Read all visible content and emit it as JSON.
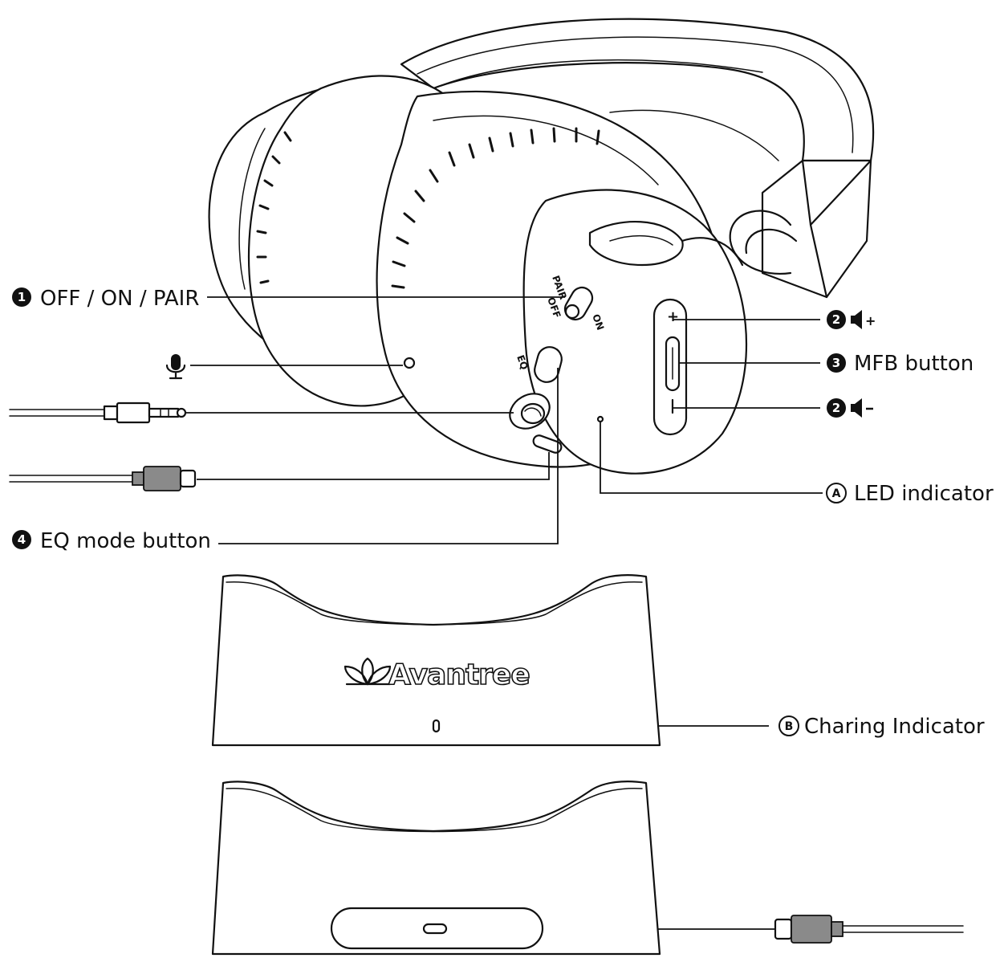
{
  "callouts": {
    "power_switch": {
      "number": "1",
      "label": "OFF / ON / PAIR"
    },
    "volume_up": {
      "number": "2",
      "symbol": "◀+"
    },
    "mfb": {
      "number": "3",
      "label": "MFB button"
    },
    "volume_down": {
      "number": "2",
      "symbol": "◀-"
    },
    "led": {
      "letter": "A",
      "label": "LED indicator"
    },
    "eq": {
      "number": "4",
      "label": "EQ mode button"
    },
    "charging": {
      "letter": "B",
      "label": "Charing Indicator"
    }
  },
  "headphone_markings": {
    "pair": "PAIR",
    "off": "OFF",
    "on": "ON",
    "eq": "EQ",
    "plus": "+",
    "minus": "-"
  },
  "dock": {
    "brand": "Avantree"
  },
  "icons": [
    "microphone-icon",
    "audio-jack-cable-icon",
    "usb-c-cable-icon",
    "leaf-logo-icon",
    "volume-up-icon",
    "volume-down-icon"
  ]
}
